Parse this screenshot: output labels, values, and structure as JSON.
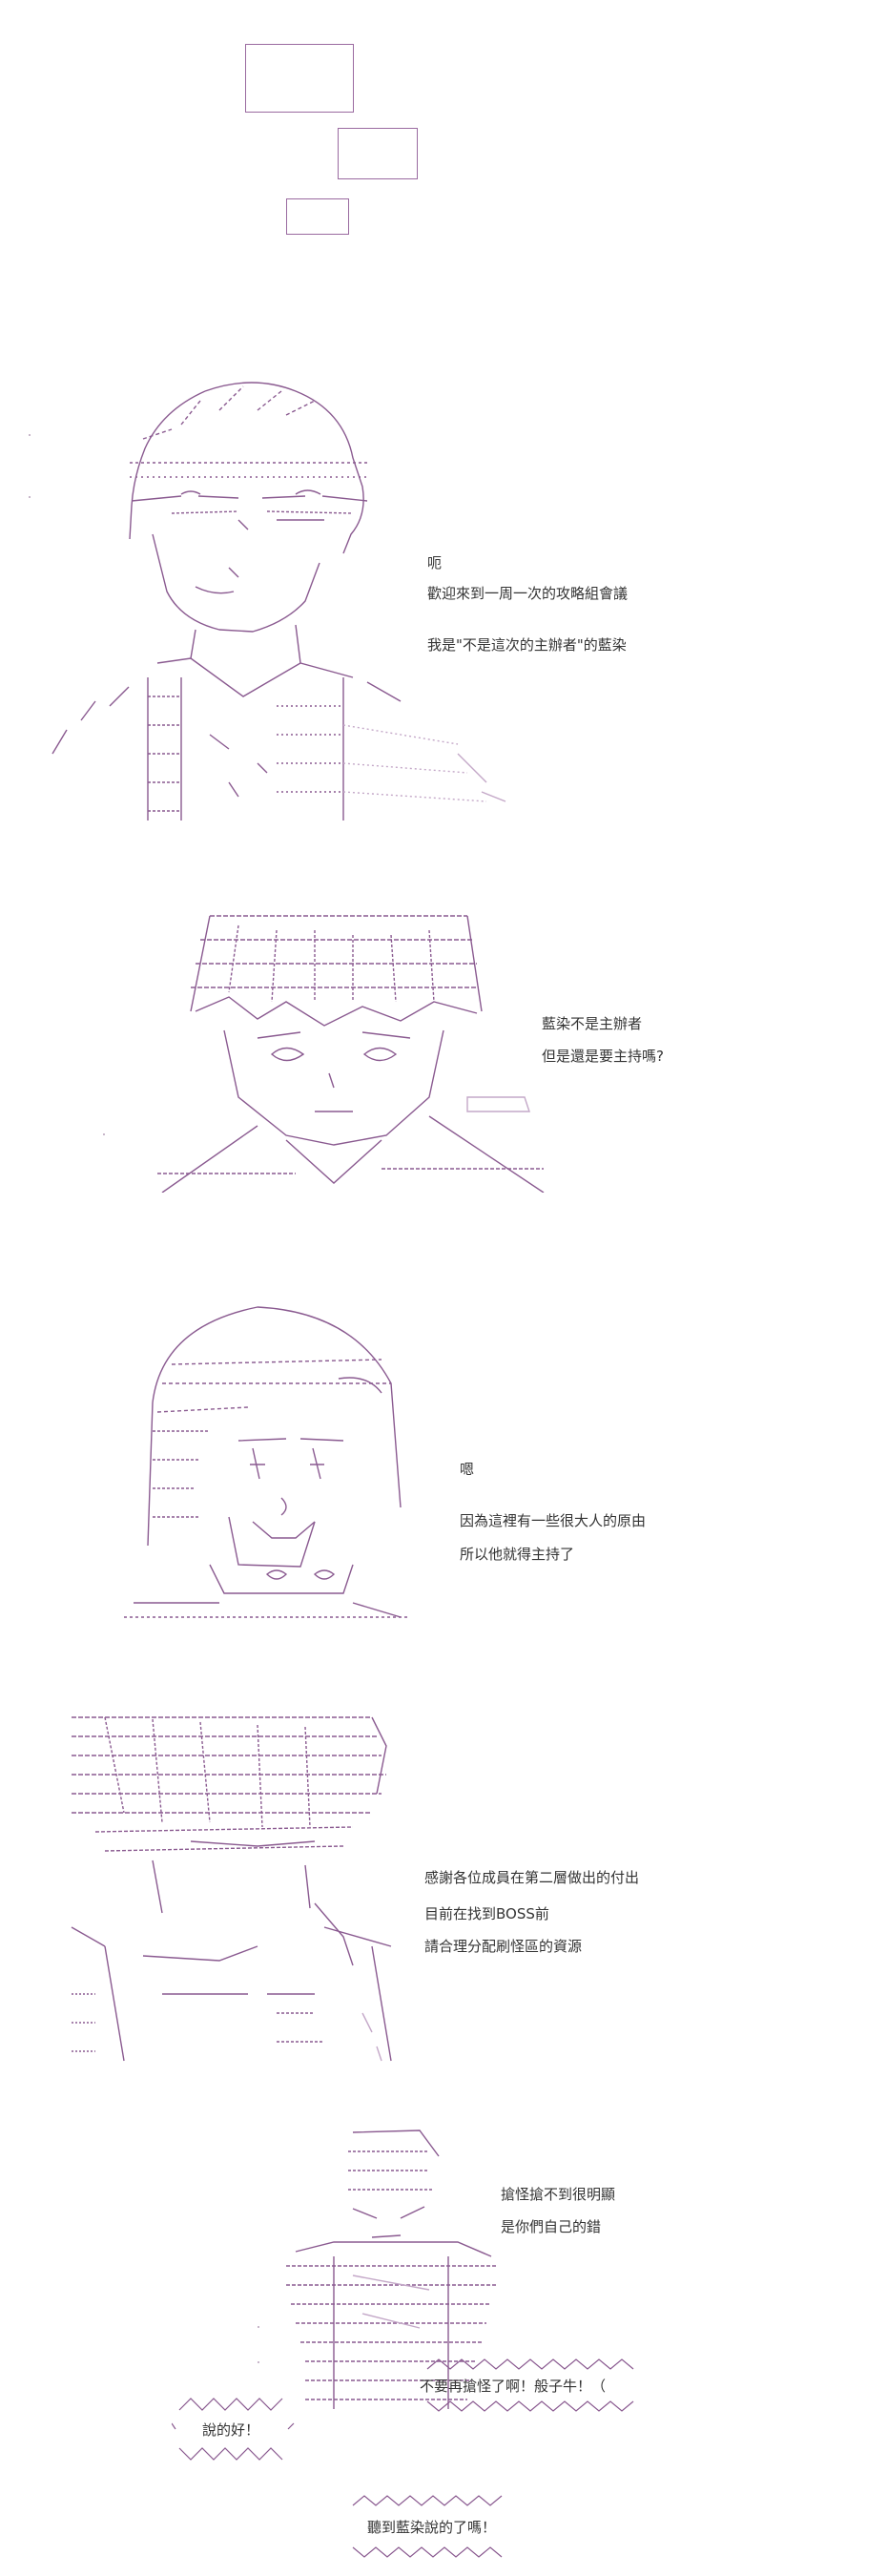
{
  "colors": {
    "ink": "#8a5a90",
    "ink_light": "#c4a8c8",
    "frame": "#9a6aa0",
    "text": "#333333"
  },
  "icons": [
    "speaker-box-icon",
    "speaker-box-icon",
    "speaker-box-icon"
  ],
  "panel1": {
    "line1": "呃",
    "line2": "歡迎來到一周一次的攻略組會議",
    "line3": "我是\"不是這次的主辦者\"的藍染"
  },
  "panel2": {
    "line1": "藍染不是主辦者",
    "line2": "但是還是要主持嗎?"
  },
  "panel3": {
    "line1": "嗯",
    "line2": "因為這裡有一些很大人的原由",
    "line3": "所以他就得主持了"
  },
  "panel4": {
    "line1": "感謝各位成員在第二層做出的付出",
    "line2": "目前在找到BOSS前",
    "line3": "請合理分配刷怪區的資源"
  },
  "panel5": {
    "line1": "搶怪搶不到很明顯",
    "line2": "是你們自己的錯",
    "shout_right": "不要再搶怪了啊！般子牛！（",
    "shout_left": "說的好！",
    "shout_bottom": "聽到藍染說的了嗎！"
  }
}
